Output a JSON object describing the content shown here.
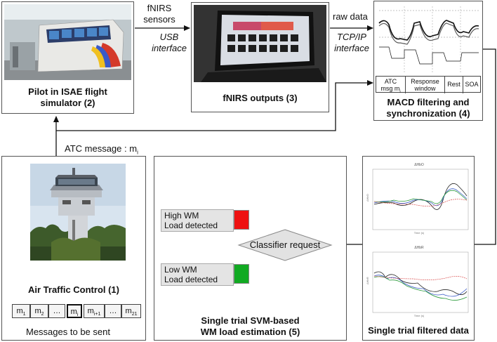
{
  "pilot": {
    "caption_line1": "Pilot in ISAE flight",
    "caption_line2": "simulator (2)"
  },
  "fnirs": {
    "caption": "fNIRS outputs (3)"
  },
  "macd": {
    "caption_line1": "MACD filtering and",
    "caption_line2": "synchronization (4)",
    "timeline": {
      "cell1_line1": "ATC",
      "cell1_line2": "msg m",
      "cell1_sub": "i",
      "cell2_line1": "Response",
      "cell2_line2": "window",
      "cell3": "Rest",
      "cell4": "SOA"
    }
  },
  "arrows": {
    "fnirs_sensors_line1": "fNIRS",
    "fnirs_sensors_line2": "sensors",
    "usb_line1": "USB",
    "usb_line2": "interface",
    "raw_data": "raw data",
    "tcpip_line1": "TCP/IP",
    "tcpip_line2": "interface",
    "atc_message": "ATC message : m",
    "atc_message_sub": "i"
  },
  "atc": {
    "caption": "Air Traffic Control (1)",
    "messages_label": "Messages to be sent",
    "messages": [
      {
        "base": "m",
        "sub": "1"
      },
      {
        "base": "m",
        "sub": "2"
      },
      {
        "base": "…",
        "sub": ""
      },
      {
        "base": "m",
        "sub": "i"
      },
      {
        "base": "m",
        "sub": "i+1"
      },
      {
        "base": "…",
        "sub": ""
      },
      {
        "base": "m",
        "sub": "21"
      }
    ]
  },
  "svm": {
    "caption_line1": "Single trial SVM-based",
    "caption_line2": "WM load estimation (5)",
    "decision": "Classifier request",
    "high_line1": "High WM",
    "high_line2": "Load detected",
    "low_line1": "Low WM",
    "low_line2": "Load detected",
    "high_color": "#ee1111",
    "low_color": "#11aa22"
  },
  "filtered": {
    "caption": "Single trial filtered data",
    "series_colors": [
      "#222222",
      "#3a5cc8",
      "#2a9a3a",
      "#d94a4a"
    ]
  }
}
